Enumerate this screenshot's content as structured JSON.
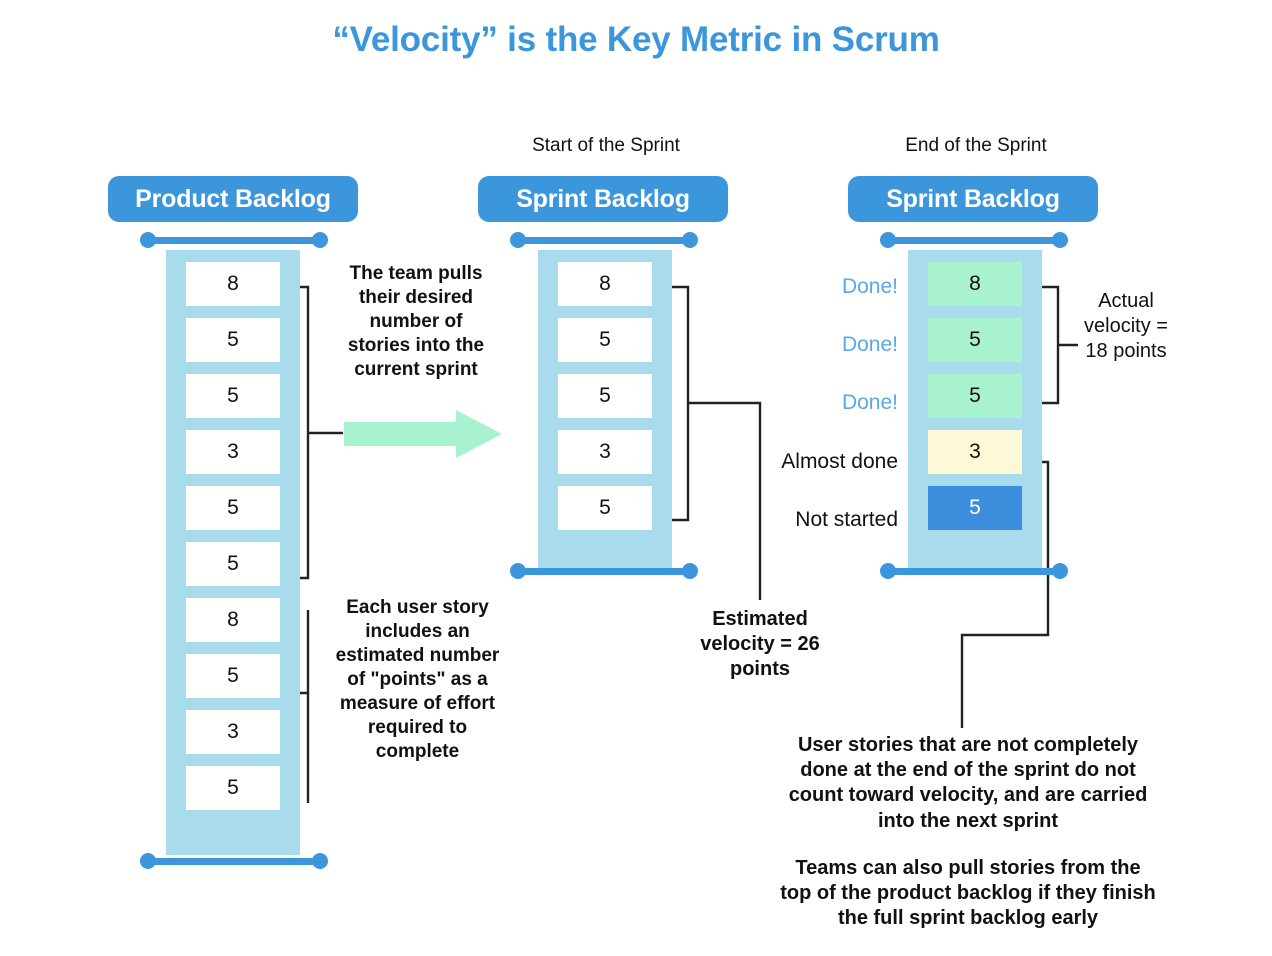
{
  "title": "“Velocity” is the Key Metric in Scrum",
  "theme": {
    "accent_blue": "#3C96DC",
    "column_blue": "#A8DCEC",
    "card_white": "#FFFFFF",
    "card_green": "#A8F2CF",
    "card_cream": "#FCF8D8",
    "card_blue": "#3C8EDC",
    "arrow_green": "#A8F2CF",
    "done_label_blue": "#5BA8E8",
    "text_black": "#111111"
  },
  "columns": {
    "product_backlog": {
      "header": "Product Backlog",
      "section_label": "",
      "cards": [
        {
          "points": "8",
          "state": "white"
        },
        {
          "points": "5",
          "state": "white"
        },
        {
          "points": "5",
          "state": "white"
        },
        {
          "points": "3",
          "state": "white"
        },
        {
          "points": "5",
          "state": "white"
        },
        {
          "points": "5",
          "state": "white"
        },
        {
          "points": "8",
          "state": "white"
        },
        {
          "points": "5",
          "state": "white"
        },
        {
          "points": "3",
          "state": "white"
        },
        {
          "points": "5",
          "state": "white"
        }
      ]
    },
    "sprint_backlog_start": {
      "header": "Sprint Backlog",
      "section_label": "Start of the Sprint",
      "cards": [
        {
          "points": "8",
          "state": "white"
        },
        {
          "points": "5",
          "state": "white"
        },
        {
          "points": "5",
          "state": "white"
        },
        {
          "points": "3",
          "state": "white"
        },
        {
          "points": "5",
          "state": "white"
        }
      ]
    },
    "sprint_backlog_end": {
      "header": "Sprint Backlog",
      "section_label": "End of the Sprint",
      "cards": [
        {
          "points": "8",
          "state": "green",
          "status": "Done!"
        },
        {
          "points": "5",
          "state": "green",
          "status": "Done!"
        },
        {
          "points": "5",
          "state": "green",
          "status": "Done!"
        },
        {
          "points": "3",
          "state": "cream",
          "status": "Almost done"
        },
        {
          "points": "5",
          "state": "blue",
          "status": "Not started"
        }
      ]
    }
  },
  "annotations": {
    "pull_stories": "The team pulls their desired number of stories into the current sprint",
    "points_meaning": "Each user story includes an estimated number of \"points\" as a measure of effort required to complete",
    "estimated_velocity": "Estimated velocity = 26 points",
    "actual_velocity": "Actual velocity = 18 points",
    "carryover": "User stories that are not completely done at the end of the sprint do not count toward velocity, and are carried into the next sprint",
    "pull_more": "Teams can also pull stories from the top of the product backlog if they finish the full sprint backlog early"
  }
}
